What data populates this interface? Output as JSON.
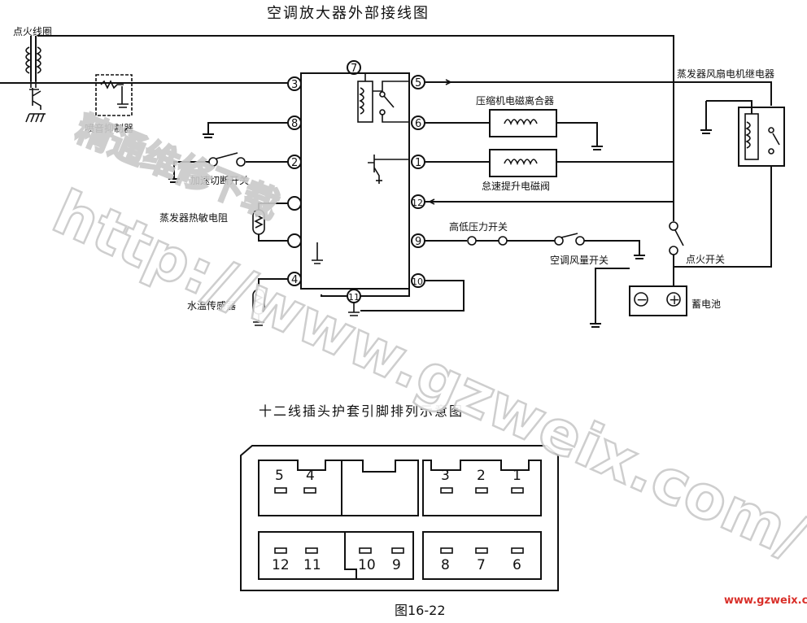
{
  "diagram": {
    "title": "空调放大器外部接线图",
    "subtitle": "十二线插头护套引脚排列示意图",
    "caption": "图16-22",
    "labels": {
      "ignition_coil": "点火线圈",
      "igniter": "喷音抑制器",
      "accel_switch": "加速切断开关",
      "evap_thermistor": "蒸发器热敏电阻",
      "water_temp_sensor": "水温传感器",
      "compressor_clutch": "压缩机电磁离合器",
      "idle_solenoid": "怠速提升电磁阀",
      "fan_relay": "蒸发器风扇电机继电器",
      "pressure_switch": "高低压力开关",
      "ac_fan_switch": "空调风量开关",
      "ignition_switch": "点火开关",
      "battery": "蓄电池"
    },
    "pins": {
      "p1": "1",
      "p2": "2",
      "p3": "3",
      "p4": "4",
      "p5": "5",
      "p6": "6",
      "p7": "7",
      "p8": "8",
      "p9": "9",
      "p10": "10",
      "p11": "11",
      "p12": "12"
    },
    "battery_symbols": {
      "neg": "−",
      "pos": "+"
    }
  },
  "connector": {
    "top_left": [
      "5",
      "4"
    ],
    "top_right": [
      "3",
      "2",
      "1"
    ],
    "bottom": [
      "12",
      "11",
      "10",
      "9",
      "8",
      "7",
      "6"
    ]
  },
  "watermark": {
    "text": "http://www.gzweix.com/",
    "brand": "精通维修下载",
    "url": "www.gzweix.com"
  }
}
